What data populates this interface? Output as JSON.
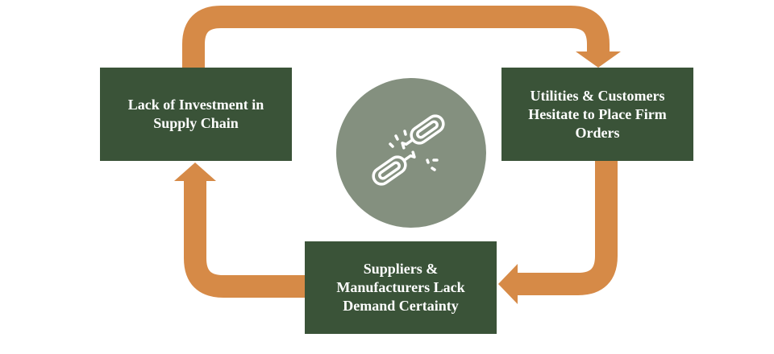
{
  "colors": {
    "arrow": "#d68a47",
    "box": "#3a5338",
    "circle": "#84907f"
  },
  "center_icon": "broken-chain-link-icon",
  "boxes": [
    {
      "label": "Lack of Investment in Supply Chain"
    },
    {
      "label": "Utilities & Customers Hesitate to Place Firm Orders"
    },
    {
      "label": "Suppliers & Manufacturers Lack Demand Certainty"
    }
  ]
}
